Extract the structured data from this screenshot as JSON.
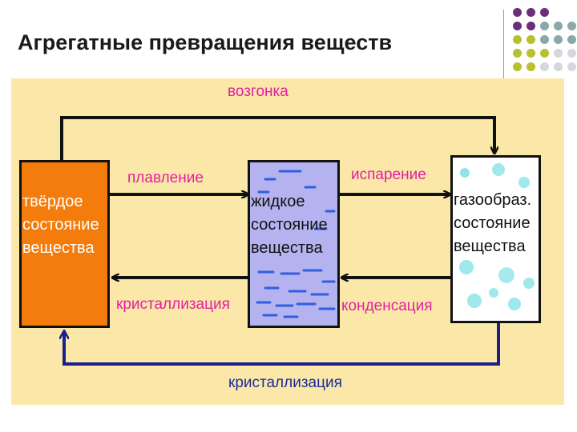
{
  "title": "Агрегатные превращения веществ",
  "states": {
    "solid": [
      "твёрдое",
      "состояние",
      "вещества"
    ],
    "liquid": [
      "жидкое",
      "состояние",
      "вещества"
    ],
    "gas": [
      "газообраз.",
      "состояние",
      "вещества"
    ]
  },
  "transitions": {
    "sublimation": "возгонка",
    "melting": "плавление",
    "evaporation": "испарение",
    "crystallization": "кристаллизация",
    "condensation": "конденсация",
    "desublimation": "кристаллизация"
  },
  "colors": {
    "panel": "#fbe8a8",
    "solid": "#f47c0c",
    "liquid": "#b5b2f0",
    "liquid_marks": "#2f5fe0",
    "gas": "#ffffff",
    "gas_marks": "#5fd8e0",
    "label_magenta": "#e020a0",
    "label_navy": "#1a2a9a",
    "arrow_black": "#111111",
    "arrow_navy": "#1a1f8a"
  },
  "decor_dots": {
    "colors": [
      "#6a2f7a",
      "#8aa8a8",
      "#b8c030",
      "#d6d6e0"
    ]
  }
}
